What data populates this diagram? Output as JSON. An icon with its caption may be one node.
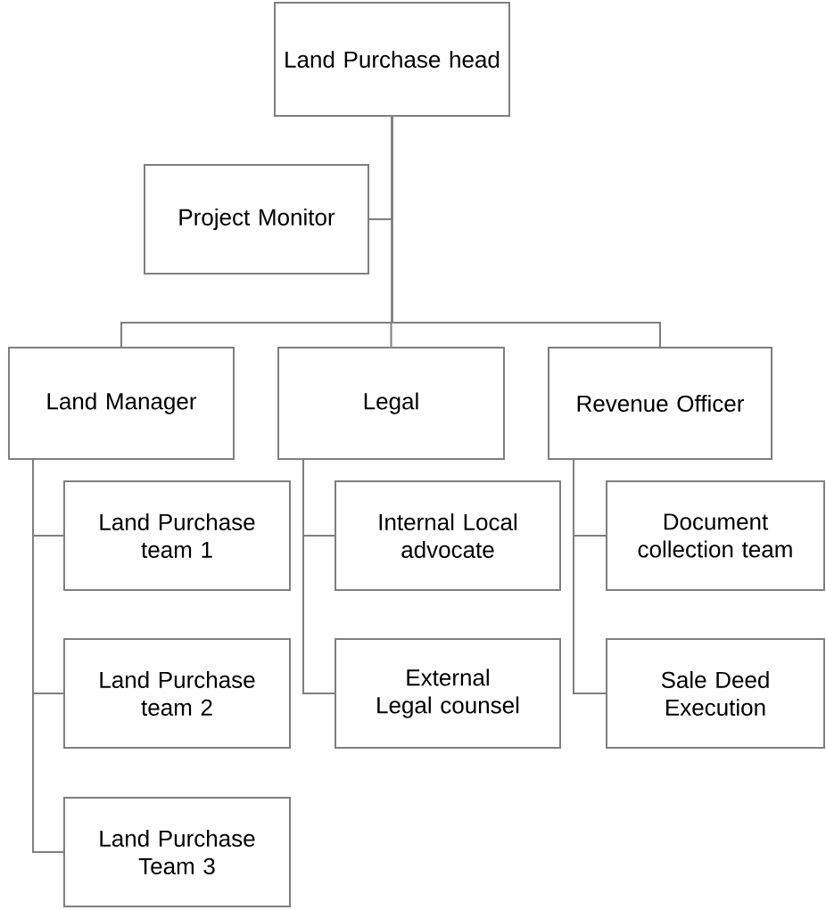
{
  "diagram": {
    "nodes": [
      {
        "text": [
          "Land Purchase head"
        ]
      },
      {
        "text": [
          "Project Monitor"
        ]
      },
      {
        "text": [
          "Land Manager"
        ]
      },
      {
        "text": [
          "Legal"
        ]
      },
      {
        "text": [
          "Revenue Officer"
        ]
      },
      {
        "text": [
          "Land Purchase team 1"
        ]
      },
      {
        "text": [
          "Land Purchase team 2"
        ]
      },
      {
        "text": [
          "Land Purchase Team 3"
        ]
      },
      {
        "text": [
          "Internal Local advocate"
        ]
      },
      {
        "text": [
          "External Legal counsel"
        ]
      },
      {
        "text": [
          "Document collection team"
        ]
      },
      {
        "text": [
          "Sale Deed Execution"
        ]
      }
    ],
    "edges": [
      {
        "from": 0,
        "to": 1,
        "arrow": "none"
      },
      {
        "from": 0,
        "to": 2,
        "arrow": "none"
      },
      {
        "from": 0,
        "to": 3,
        "arrow": "none"
      },
      {
        "from": 0,
        "to": 4,
        "arrow": "none"
      },
      {
        "from": 2,
        "to": 5,
        "arrow": "none"
      },
      {
        "from": 2,
        "to": 6,
        "arrow": "none"
      },
      {
        "from": 2,
        "to": 7,
        "arrow": "none"
      },
      {
        "from": 3,
        "to": 8,
        "arrow": "none"
      },
      {
        "from": 3,
        "to": 9,
        "arrow": "none"
      },
      {
        "from": 4,
        "to": 10,
        "arrow": "none"
      },
      {
        "from": 4,
        "to": 11,
        "arrow": "none"
      }
    ]
  }
}
